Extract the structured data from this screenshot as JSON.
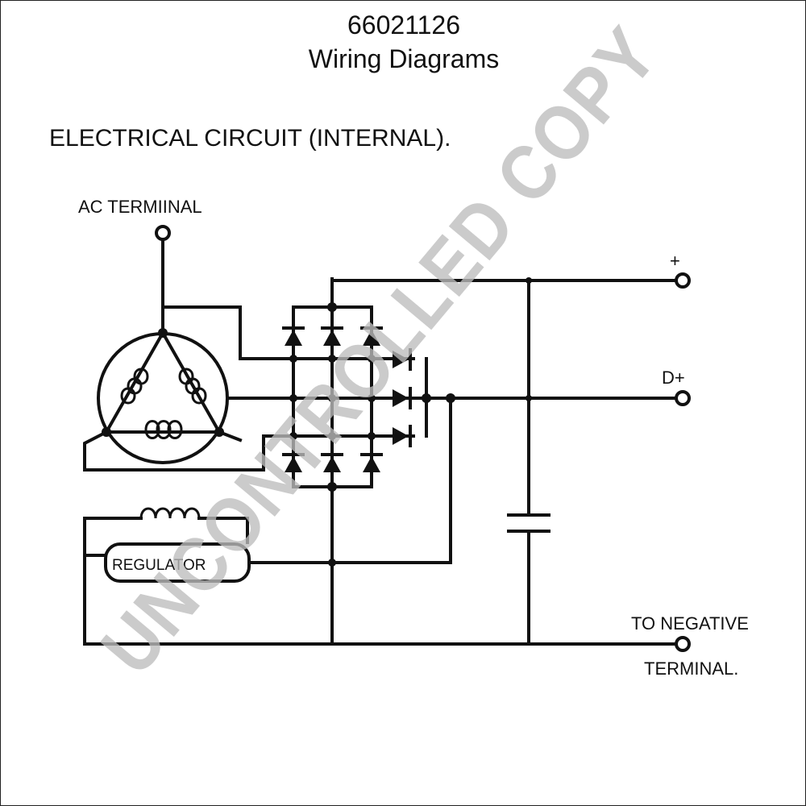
{
  "header": {
    "part_number": "66021126",
    "subtitle": "Wiring Diagrams"
  },
  "diagram": {
    "heading": "ELECTRICAL CIRCUIT (INTERNAL).",
    "labels": {
      "ac_terminal": "AC TERMIINAL",
      "plus": "+",
      "d_plus": "D+",
      "negative_line1": "TO NEGATIVE",
      "negative_line2": "TERMINAL.",
      "regulator": "REGULATOR"
    }
  },
  "watermark": {
    "text": "UNCONTROLLED COPY",
    "color": "#bdbdbd"
  }
}
